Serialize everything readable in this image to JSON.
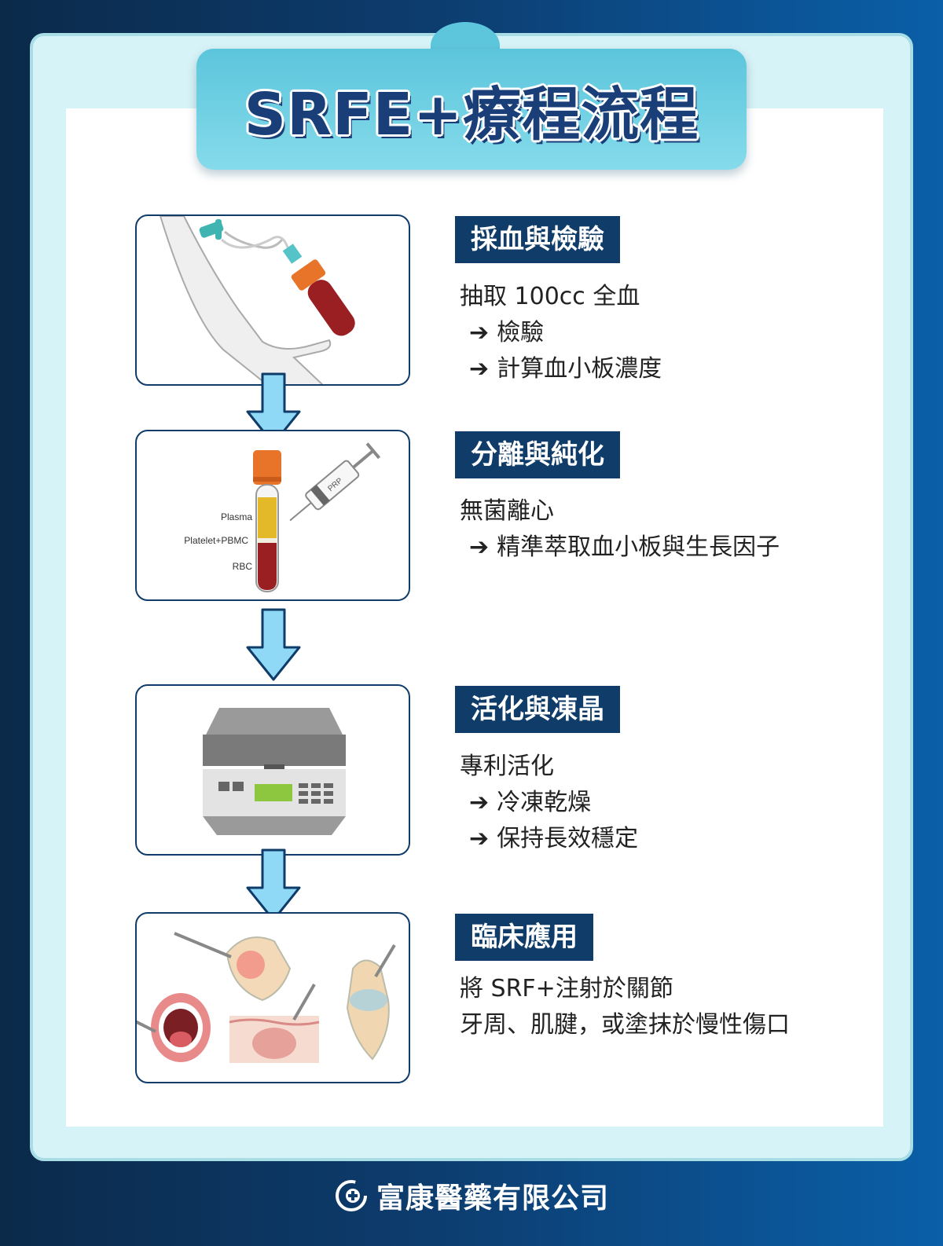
{
  "title": "SRFE+療程流程",
  "steps": [
    {
      "label": "採血與檢驗",
      "lines": [
        "抽取 100cc 全血"
      ],
      "subs": [
        "檢驗",
        "計算血小板濃度"
      ]
    },
    {
      "label": "分離與純化",
      "lines": [
        "無菌離心"
      ],
      "subs": [
        "精準萃取血小板與生長因子"
      ],
      "tube_labels": [
        "Plasma",
        "Platelet+PBMC",
        "RBC"
      ],
      "syringe_label": "PRP"
    },
    {
      "label": "活化與凍晶",
      "lines": [
        "專利活化"
      ],
      "subs": [
        "冷凍乾燥",
        "保持長效穩定"
      ]
    },
    {
      "label": "臨床應用",
      "lines": [
        "將 SRF+注射於關節",
        "牙周、肌腱，或塗抹於慢性傷口"
      ],
      "subs": []
    }
  ],
  "arrow_glyph": "➔",
  "footer": "富康醫藥有限公司",
  "colors": {
    "navy": "#0f3c68",
    "title_blue": "#1a3f78",
    "arrow_fill": "#8fd8f6",
    "cyan": "#5ec6dc"
  },
  "icons": [
    "blood-draw",
    "centrifuge-tube",
    "freeze-dryer",
    "clinical-application",
    "company-logo"
  ]
}
